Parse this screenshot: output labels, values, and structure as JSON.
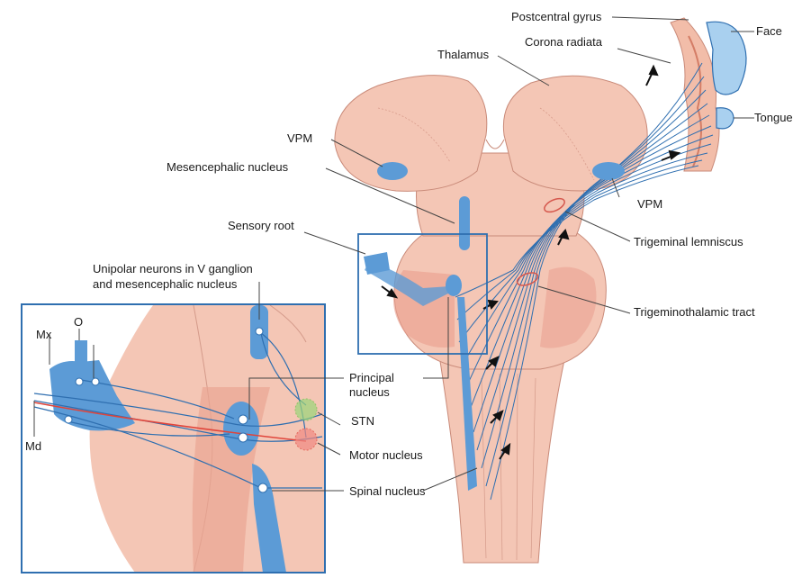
{
  "colors": {
    "tissue": "#f4c6b5",
    "tissue_dark": "#e9a593",
    "tissue_line": "#c98a79",
    "nucleus_blue": "#5c9bd6",
    "fiber_blue": "#2f6fb0",
    "stn_green": "#6cc04a",
    "motor_red": "#e0443a",
    "inset_border": "#2f6fb0",
    "leader": "#444444"
  },
  "labels": {
    "postcentral_gyrus": "Postcentral gyrus",
    "corona_radiata": "Corona radiata",
    "face": "Face",
    "tongue": "Tongue",
    "thalamus": "Thalamus",
    "vpm_left": "VPM",
    "vpm_right": "VPM",
    "mesencephalic_nucleus": "Mesencephalic nucleus",
    "sensory_root": "Sensory root",
    "trigeminal_lemniscus": "Trigeminal lemniscus",
    "trigeminothalamic_tract": "Trigeminothalamic tract",
    "unipolar_line1": "Unipolar neurons in V ganglion",
    "unipolar_line2": "and mesencephalic nucleus",
    "principal_line1": "Principal",
    "principal_line2": "nucleus",
    "stn": "STN",
    "motor_nucleus": "Motor nucleus",
    "spinal_nucleus": "Spinal nucleus",
    "mx": "Mx",
    "o": "O",
    "md": "Md"
  }
}
